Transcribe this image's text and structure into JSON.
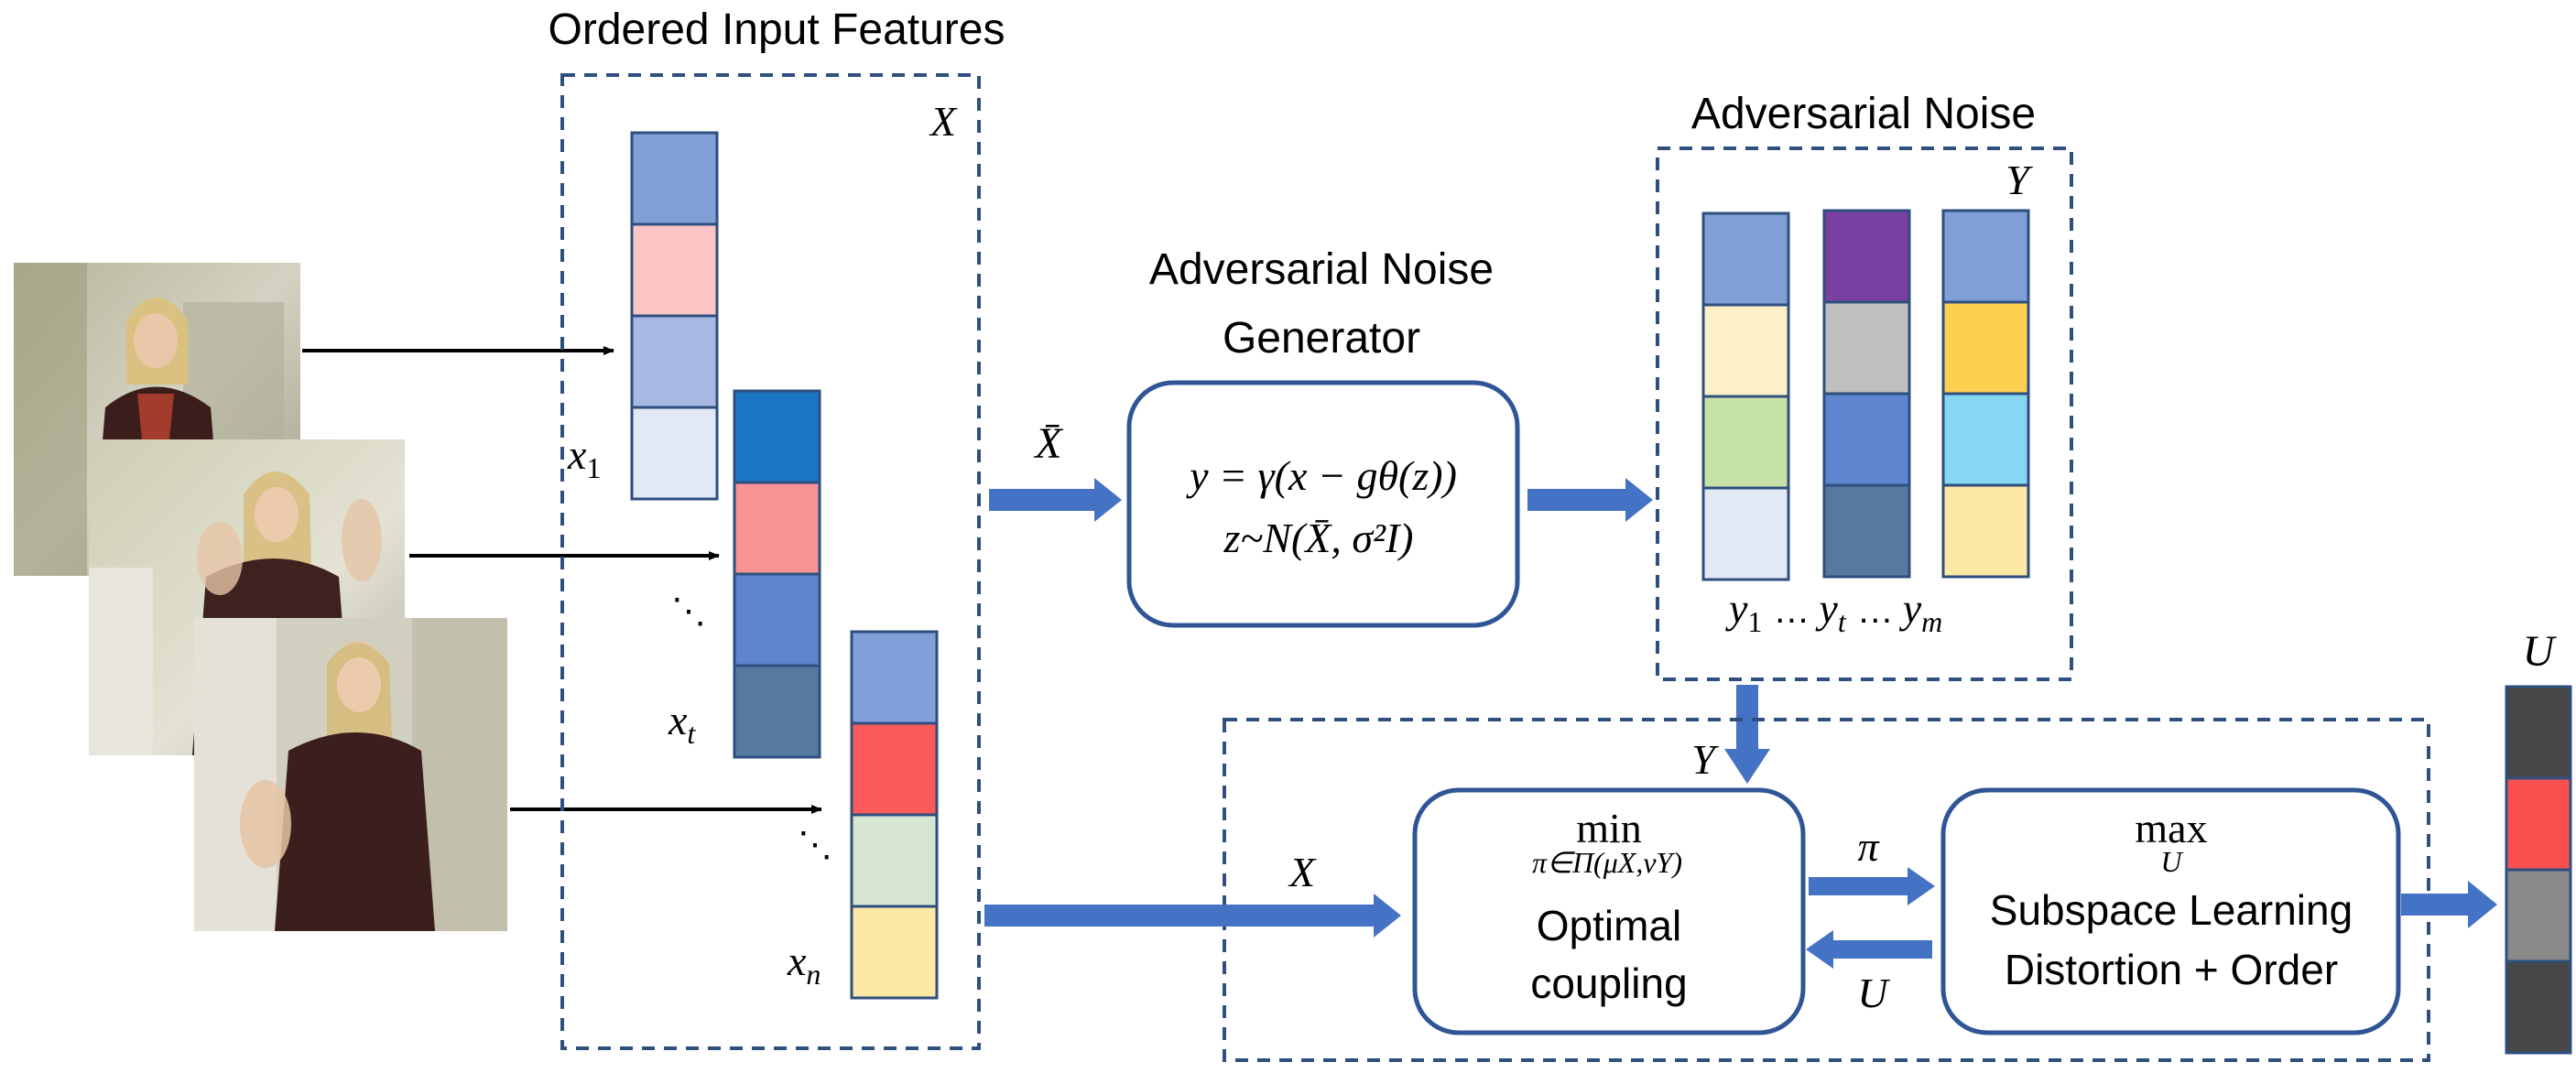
{
  "labels": {
    "ordered_input_features": "Ordered Input Features",
    "adversarial_noise": "Adversarial Noise",
    "generator_line1": "Adversarial Noise",
    "generator_line2": "Generator",
    "X_box": "X",
    "Y_box": "Y",
    "U_top": "U"
  },
  "generator_formula": {
    "line1": "y = γ(x − gθ(z))",
    "line2": "z~N(X̄, σ²I)"
  },
  "x_bar_label": "X̄",
  "feature_labels": {
    "x1": "x",
    "x1_sub": "1",
    "xt": "x",
    "xt_sub": "t",
    "xn": "x",
    "xn_sub": "n"
  },
  "noise_labels": {
    "y1": "y",
    "y1_sub": "1",
    "yt": "y",
    "yt_sub": "t",
    "ym": "y",
    "ym_sub": "m",
    "dots1": "…",
    "dots2": "…"
  },
  "ellipsis_vertical": "⋱",
  "optimal_coupling": {
    "op": "min",
    "sub": "π∈Π(μX,νY)",
    "line1": "Optimal",
    "line2": "coupling"
  },
  "subspace": {
    "op": "max",
    "sub": "U",
    "line1": "Subspace Learning",
    "line2": "Distortion + Order"
  },
  "arrow_labels": {
    "X": "X",
    "Y": "Y",
    "pi": "π",
    "U": "U"
  },
  "colors": {
    "dashed_border": "#2f4f7f",
    "box_border": "#2f5597",
    "block_arrow": "#4472c4",
    "feature_x1": [
      "#7f9fd6",
      "#fcc5c5",
      "#a7b9e3",
      "#e2e8f4"
    ],
    "feature_xt": [
      "#1a76c2",
      "#f99393",
      "#5e86cf",
      "#5679a0"
    ],
    "feature_xn": [
      "#819fd9",
      "#fb5a5a",
      "#d6e6d2",
      "#fde8a4"
    ],
    "noise_y1": [
      "#7f9fd6",
      "#fdf0c6",
      "#c7e2a6",
      "#e2e8f4"
    ],
    "noise_yt": [
      "#7a40a1",
      "#c0c0c0",
      "#5e86cf",
      "#5679a0"
    ],
    "noise_ym": [
      "#7f9fd6",
      "#fdd14f",
      "#87d6f2",
      "#fde8a4"
    ],
    "output_U": [
      "#474747",
      "#fb5050",
      "#8a8a8a",
      "#474747"
    ]
  }
}
